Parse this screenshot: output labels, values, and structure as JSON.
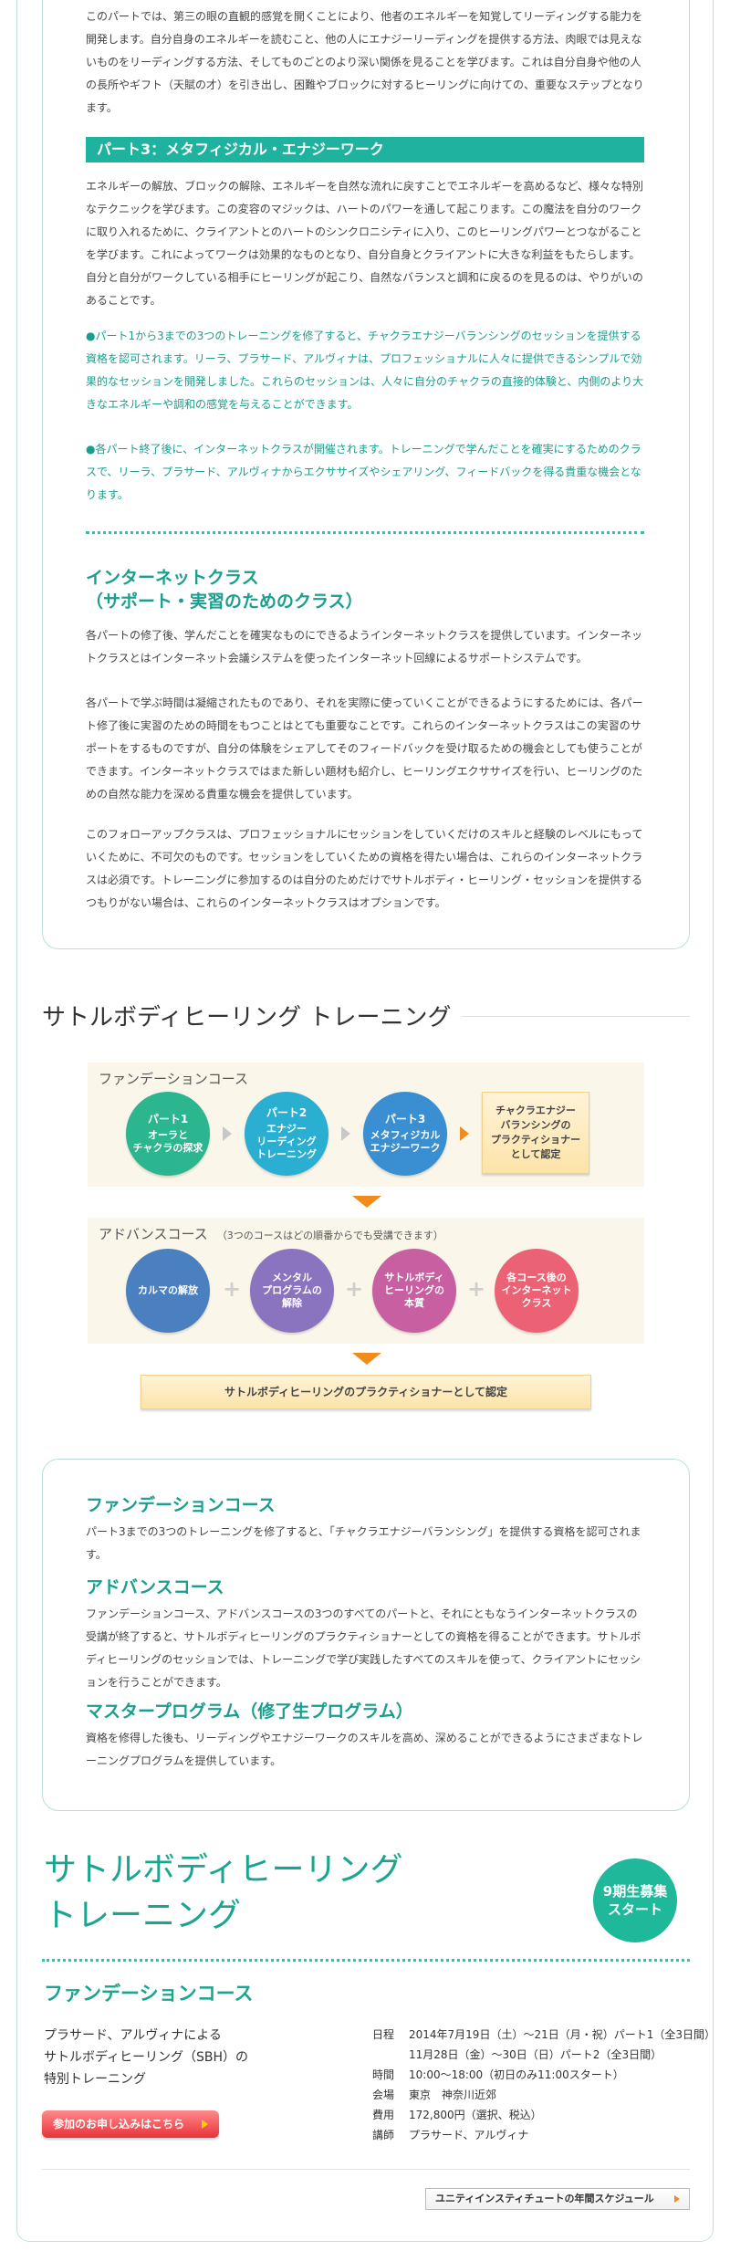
{
  "intro": {
    "paragraph": "このパートでは、第三の眼の直観的感覚を開くことにより、他者のエネルギーを知覚してリーディングする能力を開発します。自分自身のエネルギーを読むこと、他の人にエナジーリーディングを提供する方法、肉眼では見えないものをリーディングする方法、そしてものごとのより深い関係を見ることを学びます。これは自分自身や他の人の長所やギフト（天賦の才）を引き出し、困難やブロックに対するヒーリングに向けての、重要なステップとなります。"
  },
  "part3": {
    "heading": "パート3：メタフィジカル・エナジーワーク",
    "paragraph": "エネルギーの解放、ブロックの解除、エネルギーを自然な流れに戻すことでエネルギーを高めるなど、様々な特別なテクニックを学びます。この変容のマジックは、ハートのパワーを通して起こります。この魔法を自分のワークに取り入れるために、クライアントとのハートのシンクロニシティに入り、このヒーリングパワーとつながることを学びます。これによってワークは効果的なものとなり、自分自身とクライアントに大きな利益をもたらします。自分と自分がワークしている相手にヒーリングが起こり、自然なバランスと調和に戻るのを見るのは、やりがいのあることです。",
    "note1": "●パート1から3までの3つのトレーニングを修了すると、チャクラエナジーバランシングのセッションを提供する資格を認可されます。リーラ、プラサード、アルヴィナは、プロフェッショナルに人々に提供できるシンプルで効果的なセッションを開発しました。これらのセッションは、人々に自分のチャクラの直接的体験と、内側のより大きなエネルギーや調和の感覚を与えることができます。",
    "note2": "●各パート終了後に、インターネットクラスが開催されます。トレーニングで学んだことを確実にするためのクラスで、リーラ、プラサード、アルヴィナからエクササイズやシェアリング、フィードバックを得る貴重な機会となります。"
  },
  "internet_class": {
    "title1": "インターネットクラス",
    "title2": "（サポート・実習のためのクラス）",
    "p1": "各パートの修了後、学んだことを確実なものにできるようインターネットクラスを提供しています。インターネットクラスとはインターネット会議システムを使ったインターネット回線によるサポートシステムです。",
    "p2": "各パートで学ぶ時間は凝縮されたものであり、それを実際に使っていくことができるようにするためには、各パート修了後に実習のための時間をもつことはとても重要なことです。これらのインターネットクラスはこの実習のサポートをするものですが、自分の体験をシェアしてそのフィードバックを受け取るための機会としても使うことができます。インターネットクラスではまた新しい題材も紹介し、ヒーリングエクササイズを行い、ヒーリングのための自然な能力を深める貴重な機会を提供しています。",
    "p3": "このフォローアップクラスは、プロフェッショナルにセッションをしていくだけのスキルと経験のレベルにもっていくために、不可欠のものです。セッションをしていくための資格を得たい場合は、これらのインターネットクラスは必須です。トレーニングに参加するのは自分のためだけでサトルボディ・ヒーリング・セッションを提供するつもりがない場合は、これらのインターネットクラスはオプションです。"
  },
  "training": {
    "section_title": "サトルボディヒーリング トレーニング",
    "foundation_label": "ファンデーションコース",
    "parts": [
      {
        "l1": "パート1",
        "l2": "オーラと",
        "l3": "チャクラの探求",
        "l4": ""
      },
      {
        "l1": "パート2",
        "l2": "エナジー",
        "l3": "リーディング",
        "l4": "トレーニング"
      },
      {
        "l1": "パート3",
        "l2": "メタフィジカル",
        "l3": "エナジーワーク",
        "l4": ""
      }
    ],
    "foundation_cert": [
      "チャクラエナジー",
      "バランシングの",
      "プラクティショナー",
      "として認定"
    ],
    "advanced_label": "アドバンスコース",
    "advanced_note": "（3つのコースはどの順番からでも受講できます）",
    "advanced_items": [
      {
        "l1": "カルマの解放",
        "l2": "",
        "l3": ""
      },
      {
        "l1": "メンタル",
        "l2": "プログラムの",
        "l3": "解除"
      },
      {
        "l1": "サトルボディ",
        "l2": "ヒーリングの",
        "l3": "本質"
      },
      {
        "l1": "各コース後の",
        "l2": "インターネット",
        "l3": "クラス"
      }
    ],
    "final_cert": "サトルボディヒーリングのプラクティショナーとして認定",
    "colors": {
      "part1": "#2bb68f",
      "part2": "#2aaed1",
      "part3": "#3a8fd2",
      "adv1": "#4a7fc0",
      "adv2": "#8a74c0",
      "adv3": "#c75fa0",
      "adv4": "#ec6275"
    }
  },
  "courses": {
    "foundation_title": "ファンデーションコース",
    "foundation_text": "パート3までの3つのトレーニングを修了すると、「チャクラエナジーバランシング」を提供する資格を認可されます。",
    "advanced_title": "アドバンスコース",
    "advanced_text": "ファンデーションコース、アドバンスコースの3つのすべてのパートと、それにともなうインターネットクラスの受講が終了すると、サトルボディヒーリングのプラクティショナーとしての資格を得ることができます。サトルボディヒーリングのセッションでは、トレーニングで学び実践したすべてのスキルを使って、クライアントにセッションを行うことができます。",
    "master_title": "マスタープログラム（修了生プログラム）",
    "master_text": "資格を修得した後も、リーディングやエナジーワークのスキルを高め、深めることができるようにさまざまなトレーニングプログラムを提供しています。"
  },
  "event": {
    "title_line1": "サトルボディヒーリング",
    "title_line2": "トレーニング",
    "badge_line1": "9期生募集",
    "badge_line2": "スタート",
    "course_title": "ファンデーションコース",
    "trainer_line1": "プラサード、アルヴィナによる",
    "trainer_line2": "サトルボディヒーリング（SBH）の",
    "trainer_line3": "特別トレーニング",
    "apply_label": "参加のお申し込みはこちら",
    "info": [
      {
        "k": "日程",
        "v": "2014年7月19日（土）～21日（月・祝）パート1（全3日間）"
      },
      {
        "k": "",
        "v": "11月28日（金）～30日（日）パート2（全3日間）"
      },
      {
        "k": "時間",
        "v": "10:00～18:00（初日のみ11:00スタート）"
      },
      {
        "k": "会場",
        "v": "東京　神奈川近郊"
      },
      {
        "k": "費用",
        "v": "172,800円（選択、税込）"
      },
      {
        "k": "講師",
        "v": "プラサード、アルヴィナ"
      }
    ],
    "schedule_label": "ユニティインスティチュートの年間スケジュール"
  }
}
